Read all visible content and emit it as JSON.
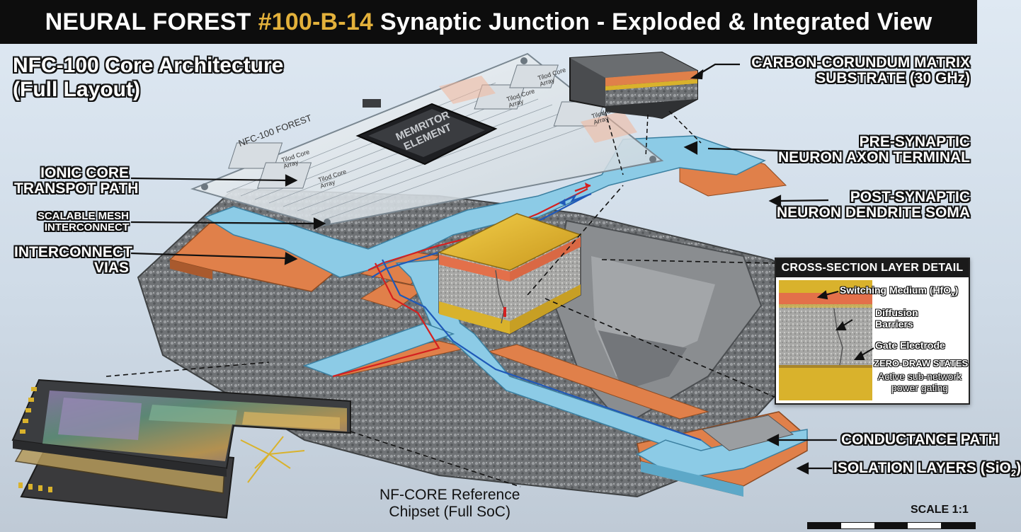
{
  "header": {
    "title_prefix": "NEURAL FOREST",
    "title_id": "#100-B-14",
    "title_suffix": "Synaptic Junction - Exploded & Integrated View"
  },
  "architecture": {
    "title_line1": "NFC-100 Core Architecture",
    "title_line2": "(Full Layout)"
  },
  "board": {
    "name": "NFC-100 FOREST",
    "chip_line1": "MEMRITOR",
    "chip_line2": "ELEMENT",
    "core_array_1": "Tilod Core Array",
    "core_array_2": "Tilod Core Array",
    "core_array_3": "Tilod Core Array",
    "core_array_4": "Tilod Core Array",
    "core_array_5": "Tilod Core Array"
  },
  "callouts": {
    "substrate_line1": "CARBON-CORUNDUM MATRIX",
    "substrate_line2": "SUBSTRATE (30 GHz)",
    "presyn_line1": "PRE-SYNAPTIC",
    "presyn_line2": "NEURON AXON TERMINAL",
    "postsyn_line1": "POST-SYNAPTIC",
    "postsyn_line2": "NEURON DENDRITE SOMA",
    "ionic_line1": "IONIC CORE",
    "ionic_line2": "TRANSPOT PATH",
    "mesh_line1": "SCALABLE MESH",
    "mesh_line2": "INTERCONNECT",
    "vias_line1": "INTERCONNECT",
    "vias_line2": "VIAS",
    "conductance": "CONDUCTANCE PATH",
    "isolation_prefix": "ISOLATION LAYERS (SiO",
    "isolation_sub": "2",
    "isolation_suffix": ")"
  },
  "cross_section": {
    "title": "CROSS-SECTION LAYER DETAIL",
    "switching_prefix": "Switching Medium (HfO",
    "switching_sub": "x",
    "switching_suffix": ")",
    "diffusion_line1": "Diffusion",
    "diffusion_line2": "Barriers",
    "gate": "Gate Electrode",
    "zero_draw": "ZERO-DRAW STATES",
    "active_line1": "Active sub-network",
    "active_line2": "power gating"
  },
  "reference": {
    "line1": "NF-CORE Reference",
    "line2": "Chipset (Full SoC)"
  },
  "scale": {
    "label": "SCALE 1:1"
  },
  "colors": {
    "gold": "#d9b22c",
    "copper": "#e0804a",
    "trace_blue": "#8ccbe6",
    "signal_red": "#d42020",
    "silicon_gray": "#8a8d90",
    "title_accent": "#e3b13b"
  }
}
